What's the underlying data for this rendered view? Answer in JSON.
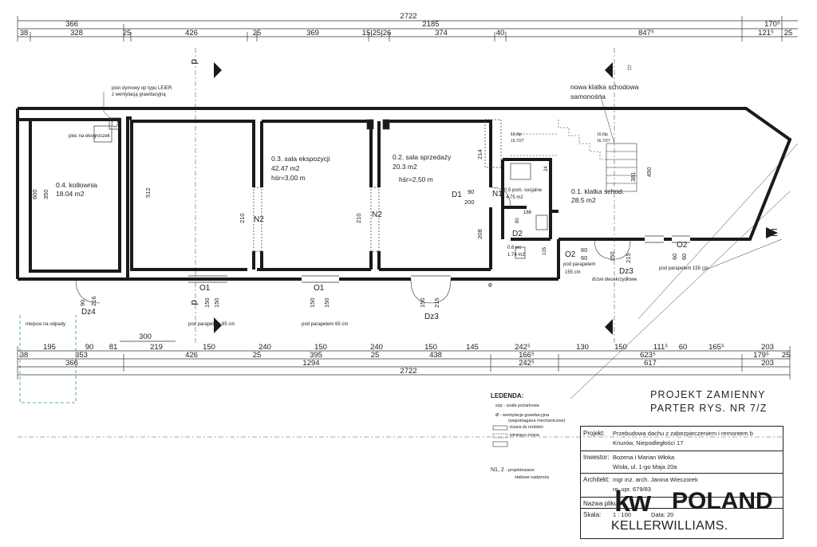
{
  "top_dims": {
    "total": "2722",
    "row2": [
      "366",
      "2185",
      "170⁵"
    ],
    "row3": [
      "38",
      "328",
      "25",
      "426",
      "25",
      "369",
      "15|25|26",
      "374",
      "40",
      "847⁵",
      "121⁵",
      "25"
    ]
  },
  "bottom_dims": {
    "row1": [
      "300"
    ],
    "row2": [
      "195",
      "90",
      "81",
      "219",
      "150",
      "240",
      "150",
      "240",
      "150",
      "145",
      "242⁵",
      "130",
      "150",
      "111⁵",
      "60",
      "165⁵",
      "203"
    ],
    "row3": [
      "38",
      "353",
      "426",
      "25",
      "395",
      "25",
      "438",
      "166⁵",
      "623⁵",
      "179⁵",
      "25"
    ],
    "row4": [
      "366",
      "1294",
      "242⁵",
      "617",
      "203"
    ],
    "total": "2722"
  },
  "rooms": [
    {
      "id": "0.4",
      "name": "0.4. kotłownia",
      "area": "18.04 m2"
    },
    {
      "id": "0.3",
      "name": "0.3. sala ekspozycji",
      "area": "42.47 m2",
      "height": "hśr=3,00 m"
    },
    {
      "id": "0.2",
      "name": "0.2. sala sprzedaży",
      "area": "20.3 m2",
      "height": "hśr=2,50 m"
    },
    {
      "id": "0.5",
      "name": "0.5 pom. socjalne",
      "area": "4.75 m2"
    },
    {
      "id": "0.6",
      "name": "0.6 wc",
      "area": "1.74 m2"
    },
    {
      "id": "0.1",
      "name": "0.1. klatka schod.",
      "area": "28.5 m2"
    }
  ],
  "annotations": {
    "chimney": "pion dymowy op typu LEIER",
    "chimney2": "z wentylacją grawitacyjną",
    "boiler": "piec na ekogroszek",
    "stair_note1": "nowa klatka schodowa",
    "stair_note2": "samonośna",
    "waste": "miejsce na odpady",
    "sill1": "pod parapetem 65 cm",
    "sill2": "pod parapetem 65 cm",
    "sill3": "pod parapetem 155 cm",
    "sill4": "pod parapetem",
    "sill4b": "155 cm",
    "door_note": "drzwi dwuskrzydłowe",
    "stair_small1": "16,6tp",
    "stair_small2": "16,7/27",
    "stair_small3": "16,6tp",
    "stair_small4": "16,7/27"
  },
  "labels": {
    "N2a": "N2",
    "N2b": "N2",
    "N1": "N1",
    "D1": "D1",
    "D2": "D2",
    "O1a": "O1",
    "O1b": "O1",
    "O2a": "O2",
    "O2b": "O2",
    "Dz3a": "Dz3",
    "Dz3b": "Dz3",
    "Dz4": "Dz4",
    "E": "E",
    "e": "e",
    "secA1": "d",
    "secA2": "d",
    "secB": "B"
  },
  "interior_dims": {
    "d600": "600",
    "d350": "350",
    "d512": "512",
    "d210a": "210",
    "d210b": "210",
    "d214": "214",
    "d208": "208",
    "d90": "90",
    "d200": "200",
    "d381": "381",
    "d450": "450",
    "d166": "166",
    "d80": "80",
    "d24": "24",
    "d105": "105",
    "d60a": "60",
    "d60b": "60",
    "d150a": "150",
    "d215": "215",
    "d60c": "60",
    "d60d": "60",
    "d90b": "90",
    "d216": "216",
    "d150b": "150",
    "d150c": "150",
    "d150d": "150",
    "d150e": "150",
    "d150f": "150",
    "d215b": "215"
  },
  "legend": {
    "title": "LEDENDA:",
    "items": [
      {
        "sym": "szp",
        "text": "- szafa pożarkowa"
      },
      {
        "sym": "Ø",
        "text": "- wentylacja grawitacyjna"
      },
      {
        "sym": "",
        "text": "(wspomagana mechanicznie)"
      },
      {
        "sym": "",
        "text": "ściana do rozbiórki"
      },
      {
        "sym": "",
        "text": "istniejąca ściana"
      },
      {
        "sym": "N1, 2",
        "text": "- projektowane"
      },
      {
        "sym": "",
        "text": "stalowe nadproża"
      }
    ]
  },
  "project": {
    "title1": "PROJEKT ZAMIENNY",
    "title2": "PARTER   RYS. NR 7/Z",
    "rows": [
      {
        "key": "Projekt:",
        "val1": "Przebudowa dachu z zabezpieczeniem i remontem b",
        "val2": "Knurów, Niepodległości 17"
      },
      {
        "key": "Inwestor:",
        "val1": "Bożena i Marian Włoka",
        "val2": "Wisła, ul. 1-go Maja 20a"
      },
      {
        "key": "Architekt:",
        "val1": "mgr inż. arch. Janina Wieczorek",
        "val2": "nr. upr. 679/83"
      },
      {
        "key": "Nazwa pliku:",
        "val1": "",
        "val2": ""
      },
      {
        "key": "Skala:",
        "val1": "1 : 100",
        "val2": "Data: 20"
      }
    ]
  },
  "logo": {
    "kw": "kw",
    "poland": "POLAND",
    "keller": "KELLERWILLIAMS.",
    "color": "#1a1a1a"
  },
  "colors": {
    "wall": "#1a1a1a",
    "line": "#333333",
    "green_dash": "#2e9e3a"
  }
}
